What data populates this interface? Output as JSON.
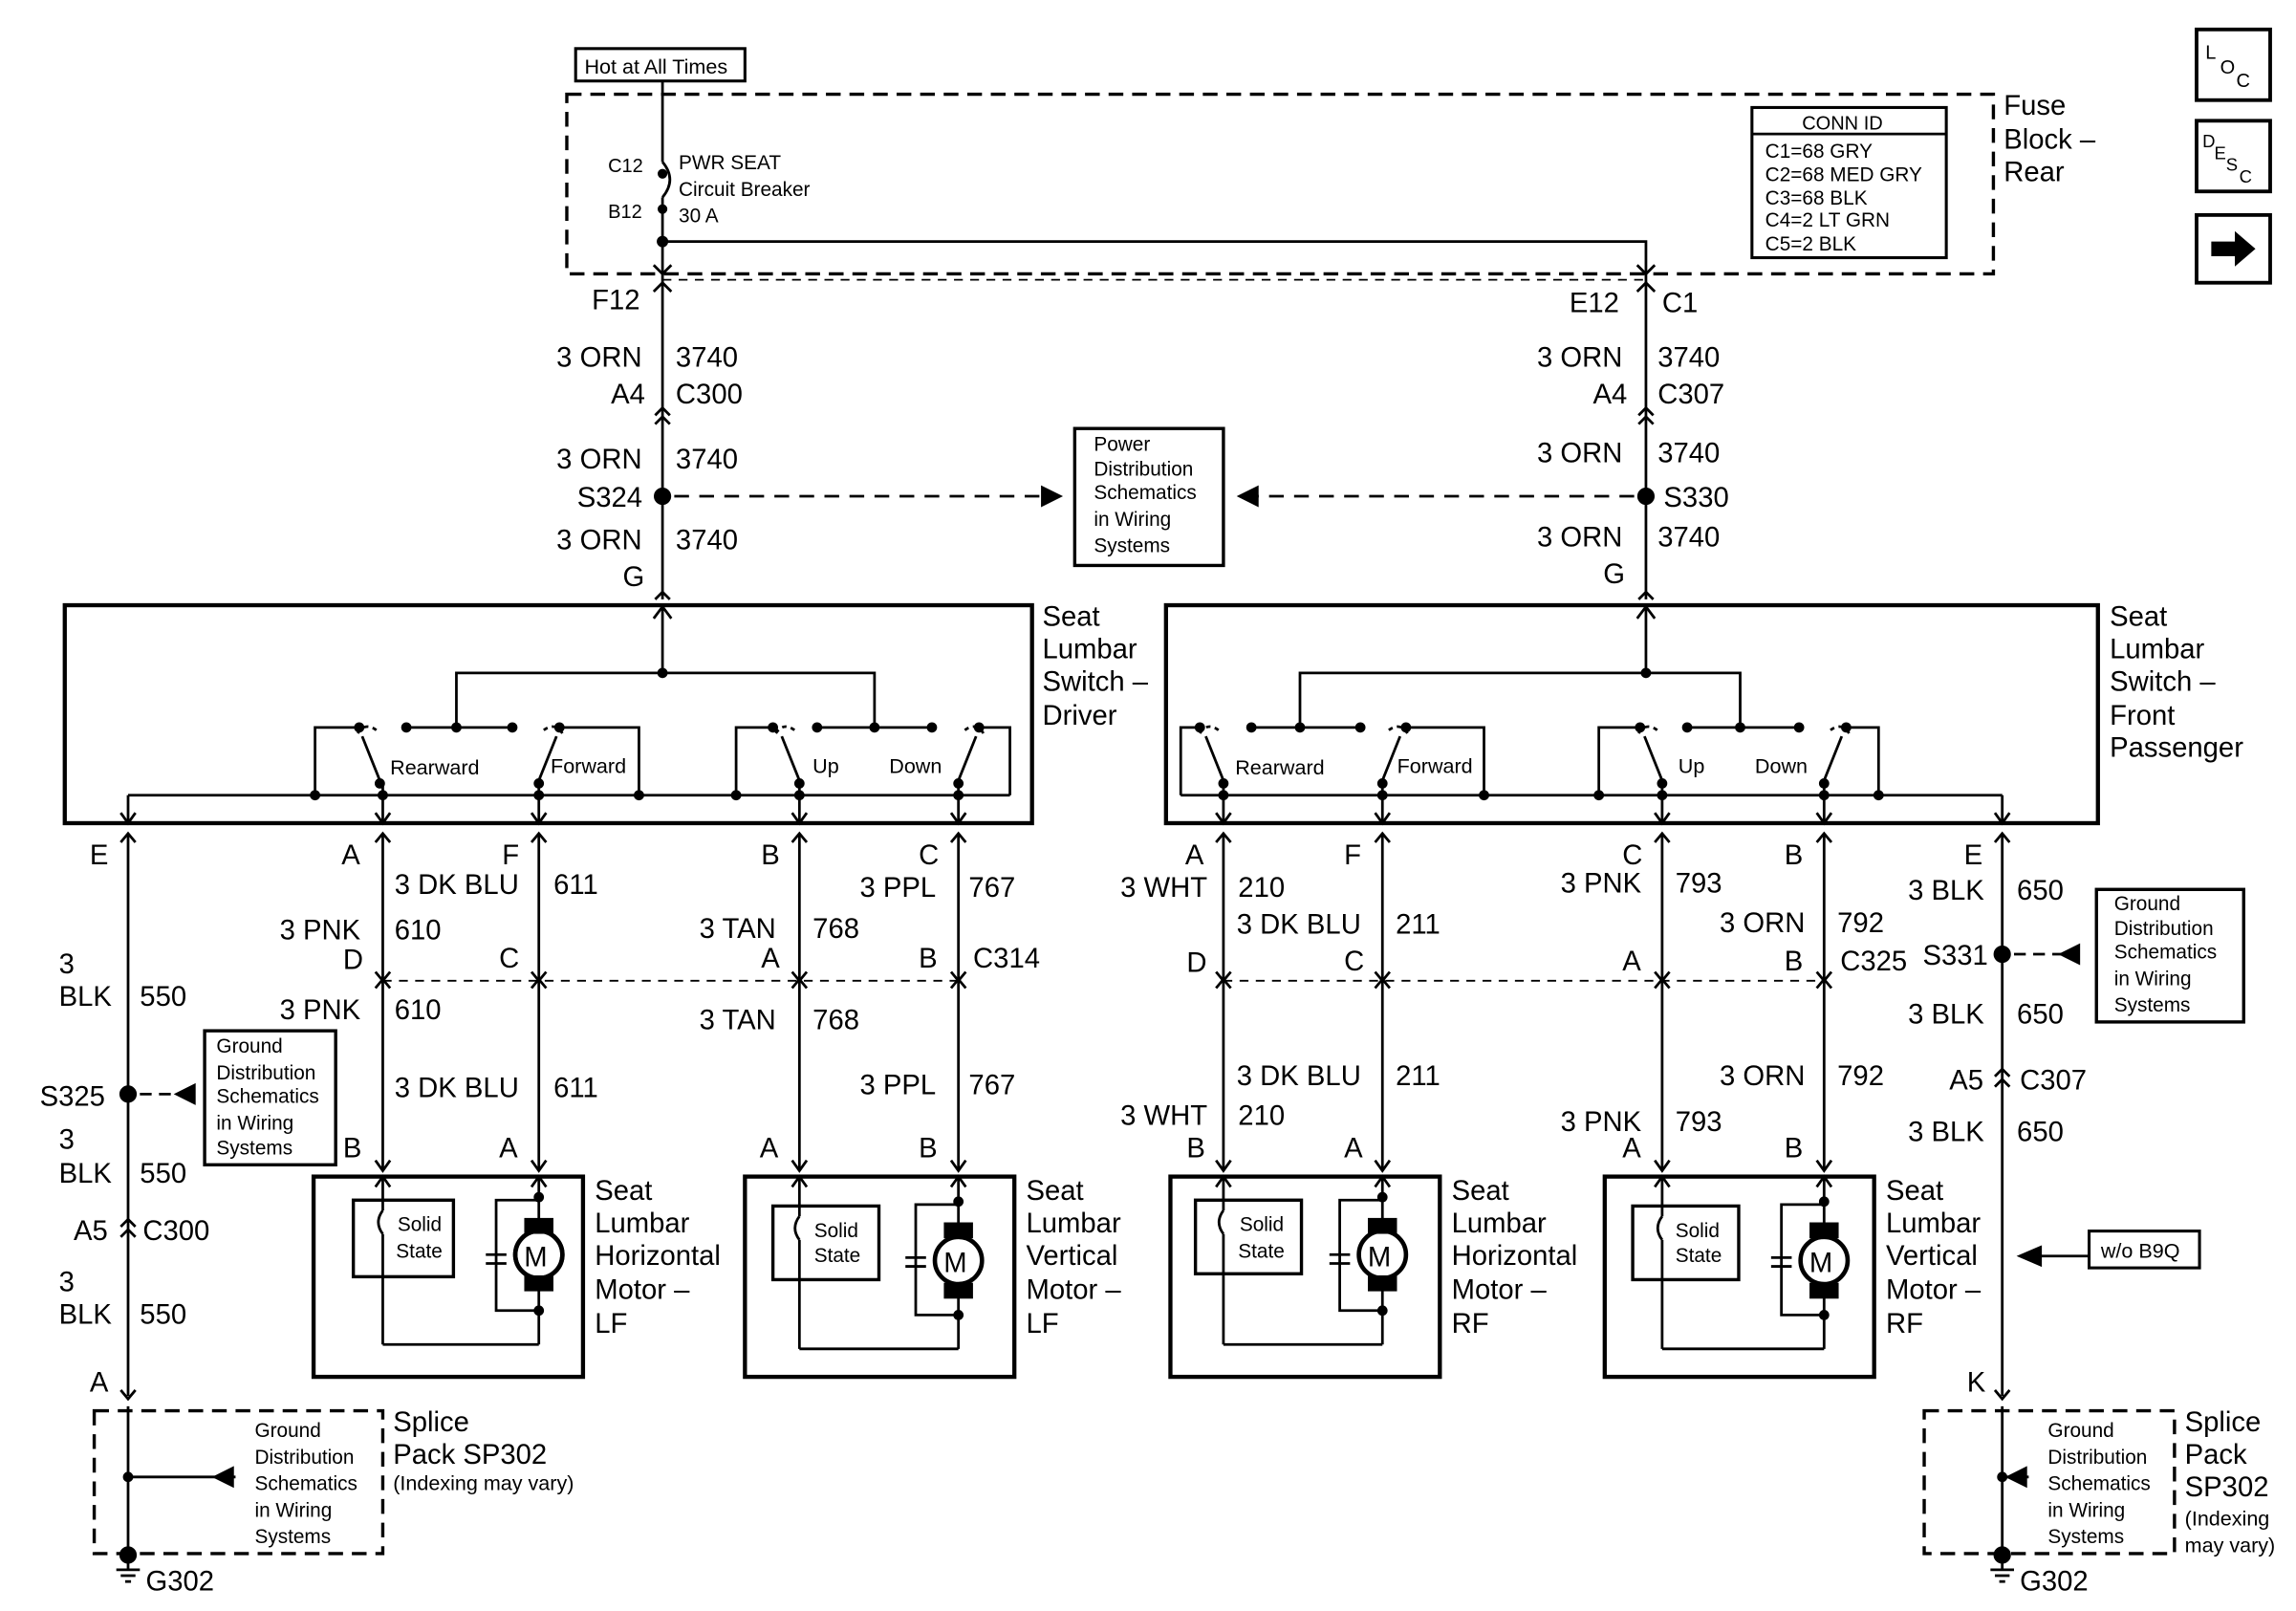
{
  "power": {
    "hot_label": "Hot at All Times",
    "pin_top": "C12",
    "pin_bottom": "B12",
    "breaker_line1": "PWR SEAT",
    "breaker_line2": "Circuit Breaker",
    "breaker_line3": "30 A"
  },
  "fuse_block": {
    "title_line1": "Fuse",
    "title_line2": "Block –",
    "title_line3": "Rear",
    "conn_id_title": "CONN ID",
    "conn_ids": [
      "C1=68 GRY",
      "C2=68 MED GRY",
      "C3=68 BLK",
      "C4=2 LT GRN",
      "C5=2 BLK"
    ]
  },
  "nav": {
    "loc": "LOC",
    "desc": "DESC",
    "next": "→"
  },
  "driver_feed": {
    "pin_f12": "F12",
    "wire_a_size": "3 ORN",
    "wire_a_num": "3740",
    "conn_pin": "A4",
    "conn": "C300",
    "wire_b_size": "3 ORN",
    "wire_b_num": "3740",
    "splice": "S324",
    "wire_c_size": "3 ORN",
    "wire_c_num": "3740",
    "pin_g": "G"
  },
  "pass_feed": {
    "pin_e12": "E12",
    "pin_c1": "C1",
    "wire_a_size": "3 ORN",
    "wire_a_num": "3740",
    "conn_pin": "A4",
    "conn": "C307",
    "wire_b_size": "3 ORN",
    "wire_b_num": "3740",
    "splice": "S330",
    "wire_c_size": "3 ORN",
    "wire_c_num": "3740",
    "pin_g": "G"
  },
  "power_dist_ref": [
    "Power",
    "Distribution",
    "Schematics",
    "in Wiring",
    "Systems"
  ],
  "ground_ref": [
    "Ground",
    "Distribution",
    "Schematics",
    "in Wiring",
    "Systems"
  ],
  "driver_switch": {
    "title": [
      "Seat",
      "Lumbar",
      "Switch –",
      "Driver"
    ],
    "rearward": "Rearward",
    "forward": "Forward",
    "up": "Up",
    "down": "Down"
  },
  "pass_switch": {
    "title": [
      "Seat",
      "Lumbar",
      "Switch –",
      "Front",
      "Passenger"
    ],
    "rearward": "Rearward",
    "forward": "Forward",
    "up": "Up",
    "down": "Down"
  },
  "driver_harness": {
    "pin_e": "E",
    "pin_a": "A",
    "pin_f": "F",
    "pin_b": "B",
    "pin_c": "C",
    "w_611_size": "3 DK BLU",
    "w_611_num": "611",
    "w_610_size": "3 PNK",
    "w_610_num": "610",
    "w_767_size": "3 PPL",
    "w_767_num": "767",
    "w_768_size": "3 TAN",
    "w_768_num": "768",
    "c314_d": "D",
    "c314_c": "C",
    "c314_a": "A",
    "c314_b": "B",
    "c314": "C314",
    "g550_size_a": "3",
    "g550_color_a": "BLK",
    "g550_num_a": "550",
    "s325": "S325",
    "g550_size_b": "3",
    "g550_color_b": "BLK",
    "g550_num_b": "550",
    "c300_pin": "A5",
    "c300": "C300",
    "g550_size_c": "3",
    "g550_color_c": "BLK",
    "g550_num_c": "550",
    "ground_pin": "A",
    "lo_610_size": "3 PNK",
    "lo_610_num": "610",
    "lo_611_size": "3 DK BLU",
    "lo_611_num": "611",
    "lo_768_size": "3 TAN",
    "lo_768_num": "768",
    "lo_767_size": "3 PPL",
    "lo_767_num": "767",
    "motor_h_pin_b": "B",
    "motor_h_pin_a": "A",
    "motor_v_pin_a": "A",
    "motor_v_pin_b": "B"
  },
  "pass_harness": {
    "pin_a": "A",
    "pin_f": "F",
    "pin_c": "C",
    "pin_b": "B",
    "pin_e": "E",
    "w_210_size": "3 WHT",
    "w_210_num": "210",
    "w_211_size": "3 DK BLU",
    "w_211_num": "211",
    "w_793_size": "3 PNK",
    "w_793_num": "793",
    "w_792_size": "3 ORN",
    "w_792_num": "792",
    "w_650_size": "3 BLK",
    "w_650_num": "650",
    "c325_d": "D",
    "c325_c": "C",
    "c325_a": "A",
    "c325_b": "B",
    "c325": "C325",
    "s331": "S331",
    "w_650b_size": "3 BLK",
    "w_650b_num": "650",
    "c307_pin": "A5",
    "c307": "C307",
    "w_650c_size": "3 BLK",
    "w_650c_num": "650",
    "ground_pin": "K",
    "lo_211_size": "3 DK BLU",
    "lo_211_num": "211",
    "lo_210_size": "3 WHT",
    "lo_210_num": "210",
    "lo_792_size": "3 ORN",
    "lo_792_num": "792",
    "lo_793_size": "3 PNK",
    "lo_793_num": "793",
    "motor_h_pin_b": "B",
    "motor_h_pin_a": "A",
    "motor_v_pin_a": "A",
    "motor_v_pin_b": "B",
    "option_note": "w/o B9Q"
  },
  "motors": {
    "solid_state_1": "Solid",
    "solid_state_2": "State",
    "motor_symbol": "M",
    "lf_h_title": [
      "Seat",
      "Lumbar",
      "Horizontal",
      "Motor –",
      "LF"
    ],
    "lf_v_title": [
      "Seat",
      "Lumbar",
      "Vertical",
      "Motor –",
      "LF"
    ],
    "rf_h_title": [
      "Seat",
      "Lumbar",
      "Horizontal",
      "Motor –",
      "RF"
    ],
    "rf_v_title": [
      "Seat",
      "Lumbar",
      "Vertical",
      "Motor –",
      "RF"
    ]
  },
  "splice_pack_left": {
    "title": [
      "Splice",
      "Pack SP302"
    ],
    "note": "(Indexing may vary)",
    "ground": "G302"
  },
  "splice_pack_right": {
    "title": [
      "Splice",
      "Pack",
      "SP302"
    ],
    "note": [
      "(Indexing",
      "may vary)"
    ],
    "ground": "G302"
  }
}
